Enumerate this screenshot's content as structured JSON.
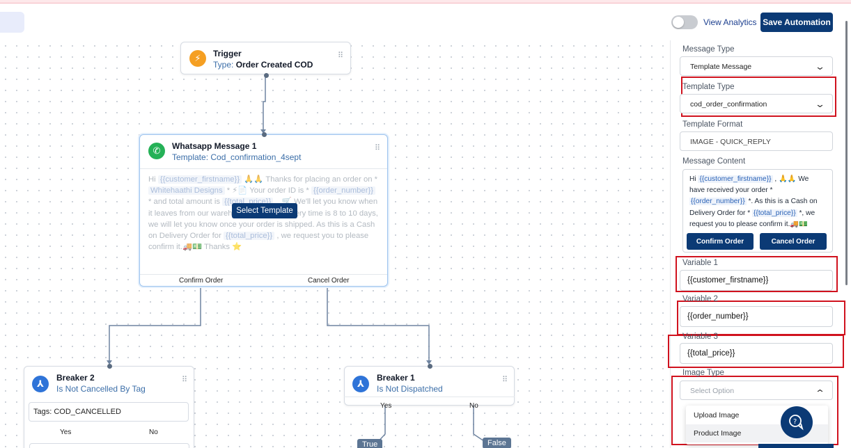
{
  "header": {
    "view_analytics": "View Analytics",
    "save_label": "Save Automation"
  },
  "trigger": {
    "title": "Trigger",
    "type_label": "Type:",
    "type_value": "Order Created COD"
  },
  "whatsapp": {
    "title": "Whatsapp Message 1",
    "template": "Template: Cod_confirmation_4sept",
    "select_template": "Select Template",
    "body": {
      "hi": "Hi",
      "var_firstname": "{{customer_firstname}}",
      "line1_rest": " 🙏🙏 Thanks for placing an order on * ",
      "var_brand": "Whitehaathi Designs",
      "line2_rest": " * ⚡📄 Your order ID is * ",
      "var_order": "{{order_number}}",
      "line3_rest": " * and total amount is ",
      "var_total": "{{total_price}}",
      "line4_rest": " _ 🛒 We'll let you know when it leaves from our warehouse 🚀 Our delivery time is 8 to 10 days, we will let you know once your order is shipped. As this is a Cash on Delivery Order for ",
      "var_total2": "{{total_price}}",
      "line5_rest": " , we request you to please confirm it.🚚💵 Thanks ⭐"
    },
    "btn_confirm": "Confirm Order",
    "btn_cancel": "Cancel Order"
  },
  "breaker2": {
    "title": "Breaker 2",
    "subtitle": "Is Not Cancelled By Tag",
    "tags": "Tags: COD_CANCELLED",
    "yes": "Yes",
    "no": "No"
  },
  "breaker1": {
    "title": "Breaker 1",
    "subtitle": "Is Not Dispatched",
    "yes": "Yes",
    "no": "No",
    "true_badge": "True",
    "false_badge": "False"
  },
  "panel": {
    "message_type_label": "Message Type",
    "message_type_value": "Template Message",
    "template_type_label": "Template Type",
    "template_type_value": "cod_order_confirmation",
    "template_format_label": "Template Format",
    "template_format_value": "IMAGE - QUICK_REPLY",
    "message_content_label": "Message Content",
    "content": {
      "hi": "Hi ",
      "v1": "{{customer_firstname}}",
      "p1": " , 🙏🙏 We have received your order * ",
      "v2": "{{order_number}}",
      "p2": " *. As this is a Cash on Delivery Order for * ",
      "v3": "{{total_price}}",
      "p3": " *, we request you to please confirm it.🚚💵"
    },
    "confirm_btn": "Confirm Order",
    "cancel_btn": "Cancel Order",
    "variable1_label": "Variable 1",
    "variable1_value": "{{customer_firstname}}",
    "variable2_label": "Variable 2",
    "variable2_value": "{{order_number}}",
    "variable3_label": "Variable 3",
    "variable3_value": "{{total_price}}",
    "image_type_label": "Image Type",
    "image_type_placeholder": "Select Option",
    "image_options": [
      "Upload Image",
      "Product Image"
    ]
  },
  "colors": {
    "brand": "#0b3a75",
    "highlight": "#d0121e",
    "whatsapp": "#25b157",
    "trigger": "#f59f22"
  }
}
